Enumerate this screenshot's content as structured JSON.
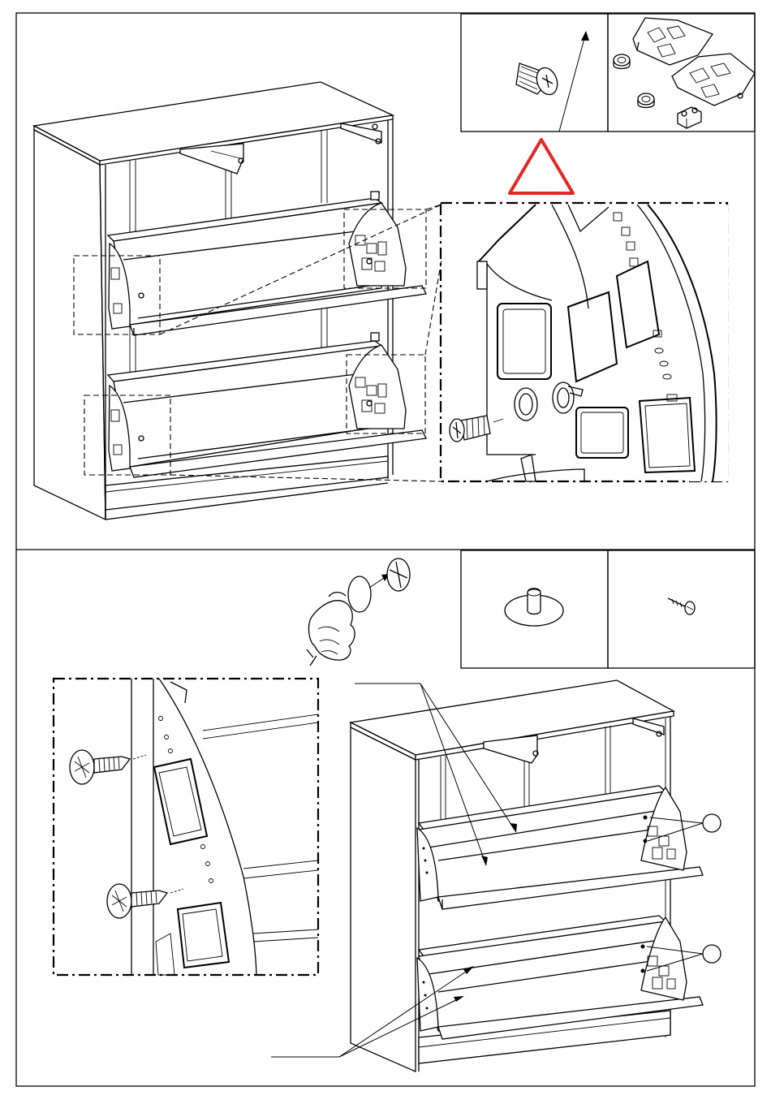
{
  "document": {
    "steps": [
      {
        "id": "top",
        "parts": [
          "screw-connector",
          "hinge-fittings"
        ]
      },
      {
        "id": "bottom",
        "parts": [
          "cam-dowel",
          "wood-screw"
        ]
      }
    ]
  },
  "colors": {
    "line": "#000000",
    "warning": "#e32726",
    "paper": "#ffffff"
  },
  "icons": [
    "warning-triangle-icon",
    "hand-press-icon",
    "screw-icon",
    "circle-callout-icon"
  ]
}
